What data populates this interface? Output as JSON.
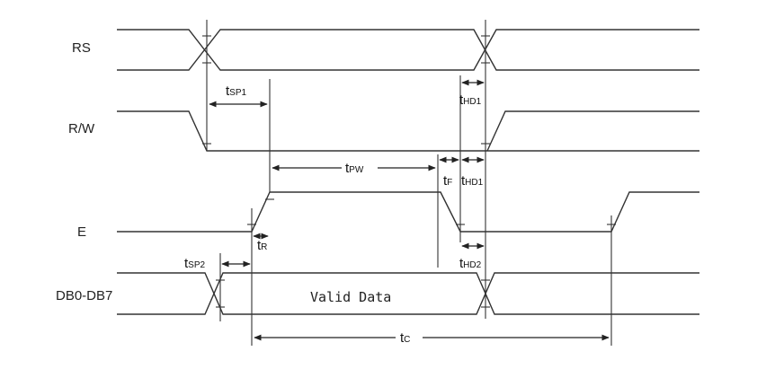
{
  "signals": {
    "rs": "RS",
    "rw": "R/W",
    "e": "E",
    "db": "DB0-DB7"
  },
  "bus_label": "Valid Data",
  "timings": {
    "tsp1": {
      "t": "t",
      "sub": "SP1"
    },
    "thd1_top": {
      "t": "t",
      "sub": "HD1"
    },
    "tpw": {
      "t": "t",
      "sub": "PW"
    },
    "tf": {
      "t": "t",
      "sub": "F"
    },
    "thd1_mid": {
      "t": "t",
      "sub": "HD1"
    },
    "tr": {
      "t": "t",
      "sub": "R"
    },
    "tsp2": {
      "t": "t",
      "sub": "SP2"
    },
    "thd2": {
      "t": "t",
      "sub": "HD2"
    },
    "tc": {
      "t": "t",
      "sub": "C"
    }
  },
  "colors": {
    "line": "#333333",
    "text": "#222222",
    "background": "#ffffff"
  }
}
